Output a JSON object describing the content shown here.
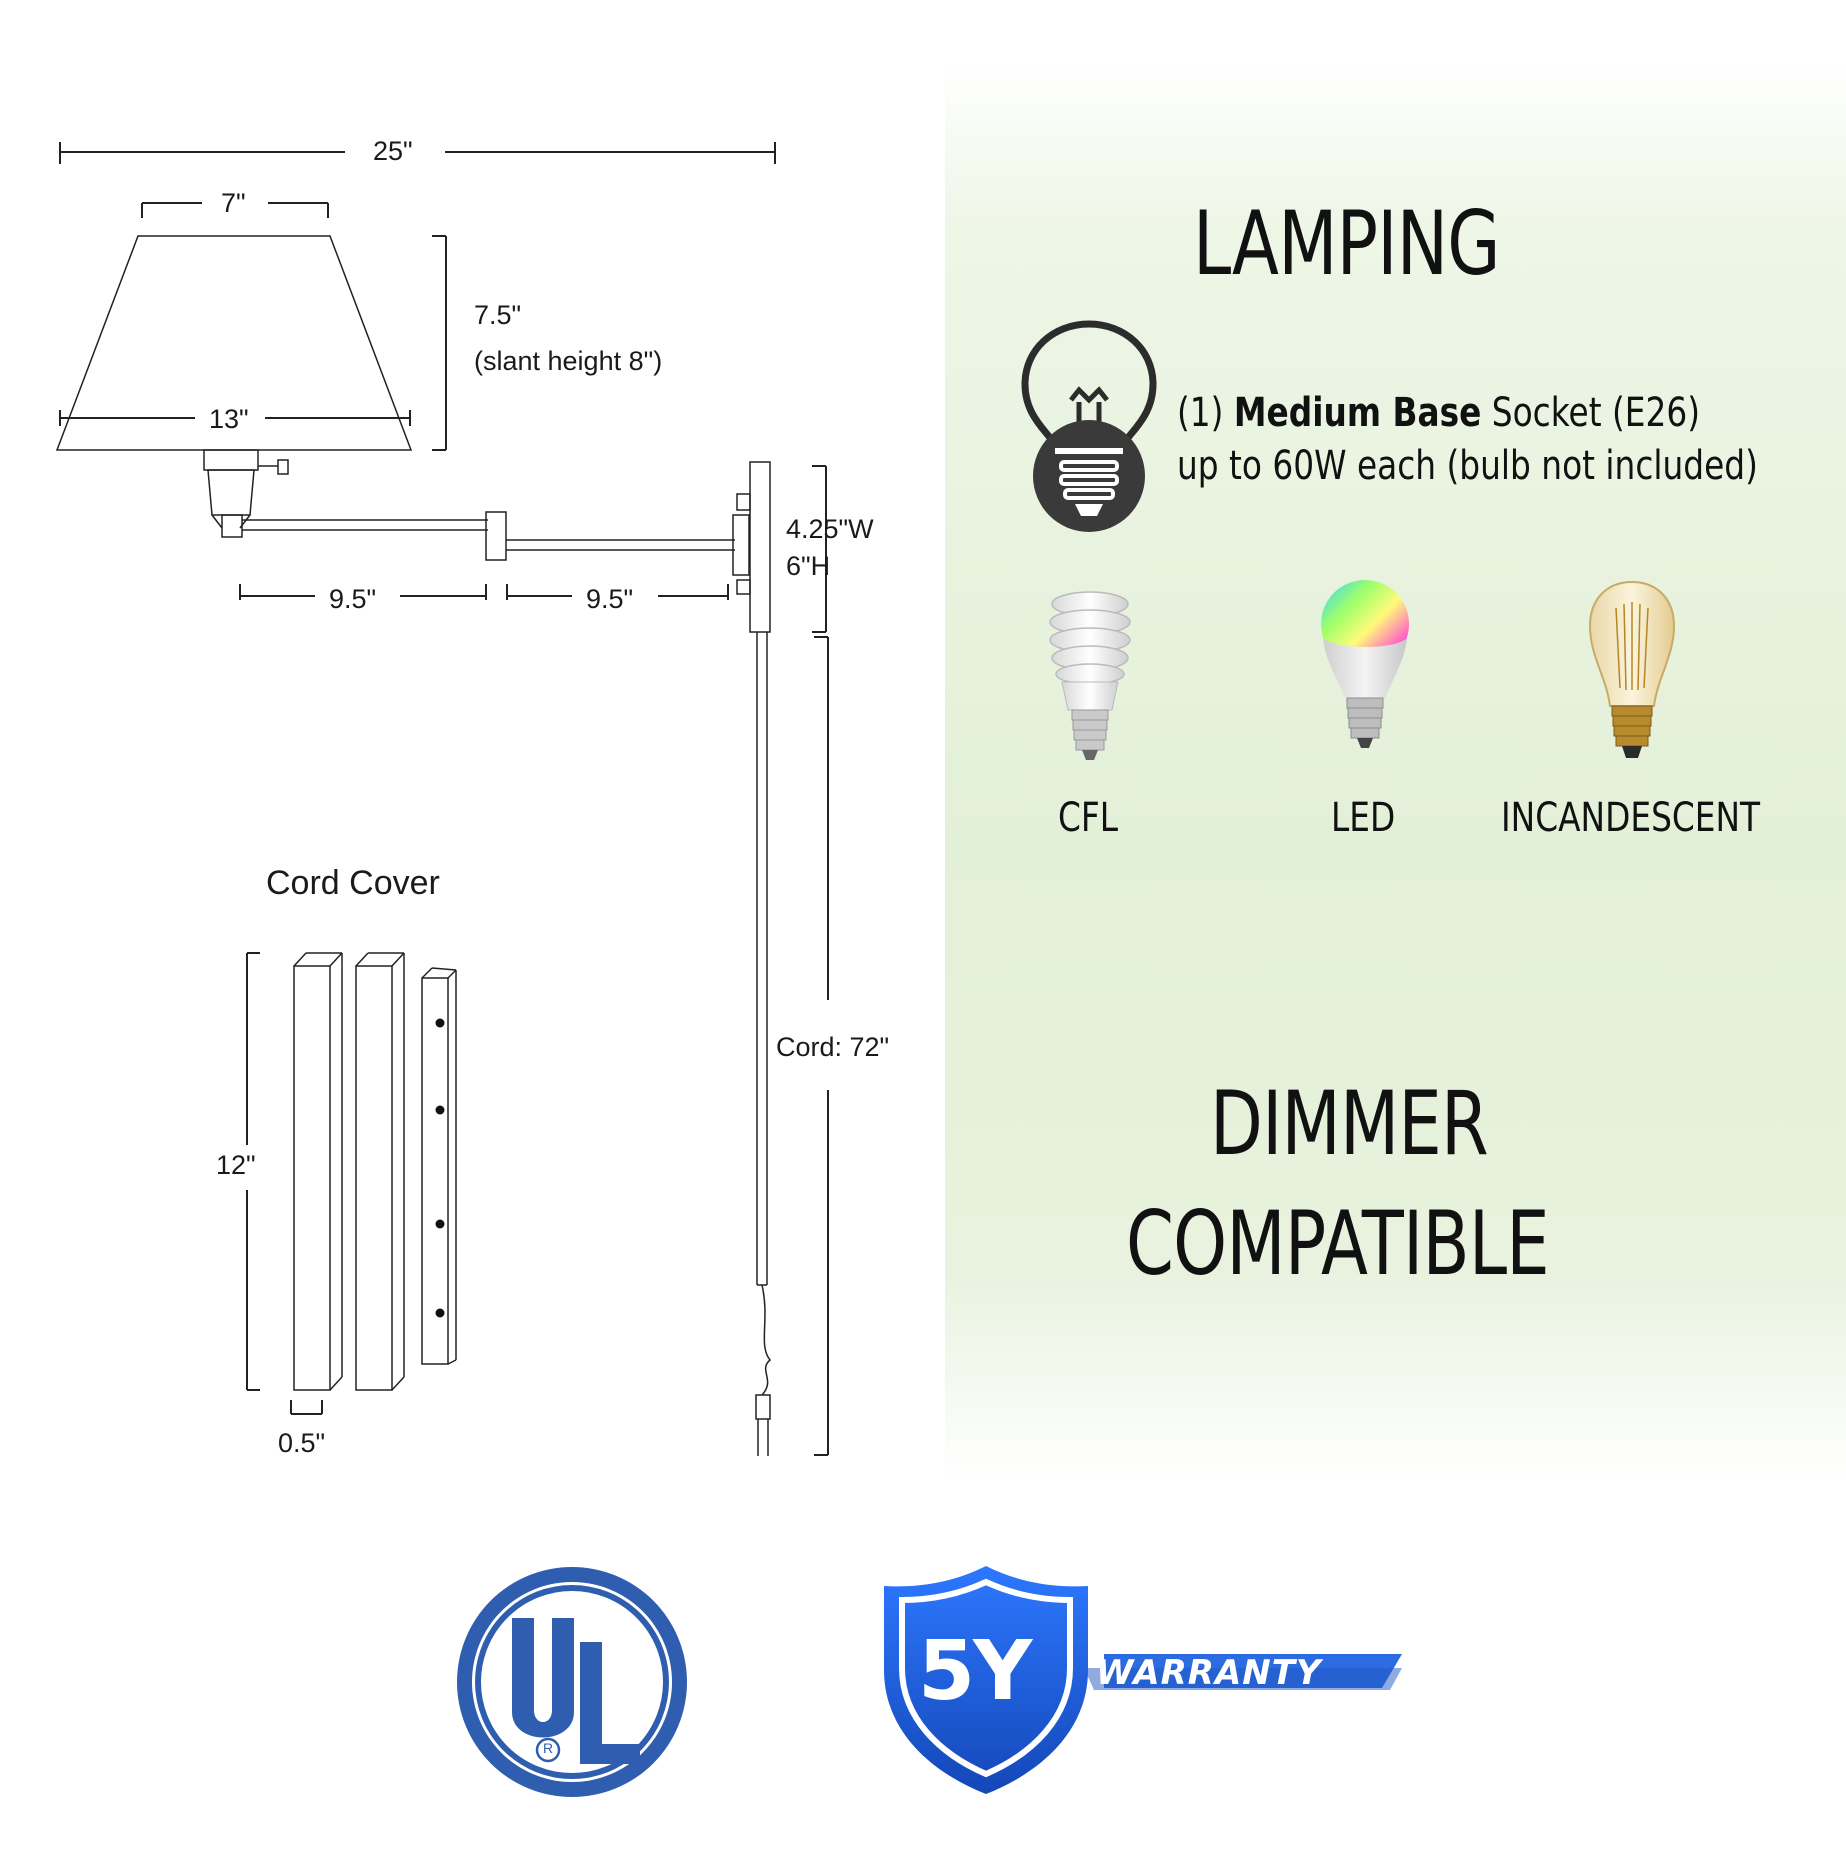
{
  "dimensions": {
    "overall_width": "25\"",
    "shade_top": "7\"",
    "shade_height": "7.5\"",
    "shade_slant": "(slant height 8\")",
    "shade_bottom": "13\"",
    "arm_segment_1": "9.5\"",
    "arm_segment_2": "9.5\"",
    "backplate_width": "4.25\"W",
    "backplate_height": "6\"H",
    "cord_length": "Cord: 72\"",
    "cord_cover_title": "Cord Cover",
    "cord_cover_length": "12\"",
    "cord_cover_width": "0.5\""
  },
  "lamping": {
    "title": "LAMPING",
    "socket_count": "(1)",
    "socket_type": "Medium Base",
    "socket_suffix": "Socket (E26)",
    "wattage": "up to 60W each (bulb not included)",
    "bulbs": [
      {
        "label": "CFL",
        "icon": "cfl-bulb-icon"
      },
      {
        "label": "LED",
        "icon": "led-bulb-icon"
      },
      {
        "label": "INCANDESCENT",
        "icon": "incandescent-bulb-icon"
      }
    ]
  },
  "dimmer": {
    "line1": "DIMMER",
    "line2": "COMPATIBLE"
  },
  "badges": {
    "ul_letters": "UL",
    "ul_registered": "R",
    "warranty_years": "5Y",
    "warranty_label": "WARRANTY"
  },
  "colors": {
    "ul_blue": "#2f5eb0",
    "shield_blue": "#1f63d6",
    "banner_blue": "#2d6be0",
    "panel_green": "#e3f0d8",
    "icon_dark": "#3a3a3a"
  }
}
